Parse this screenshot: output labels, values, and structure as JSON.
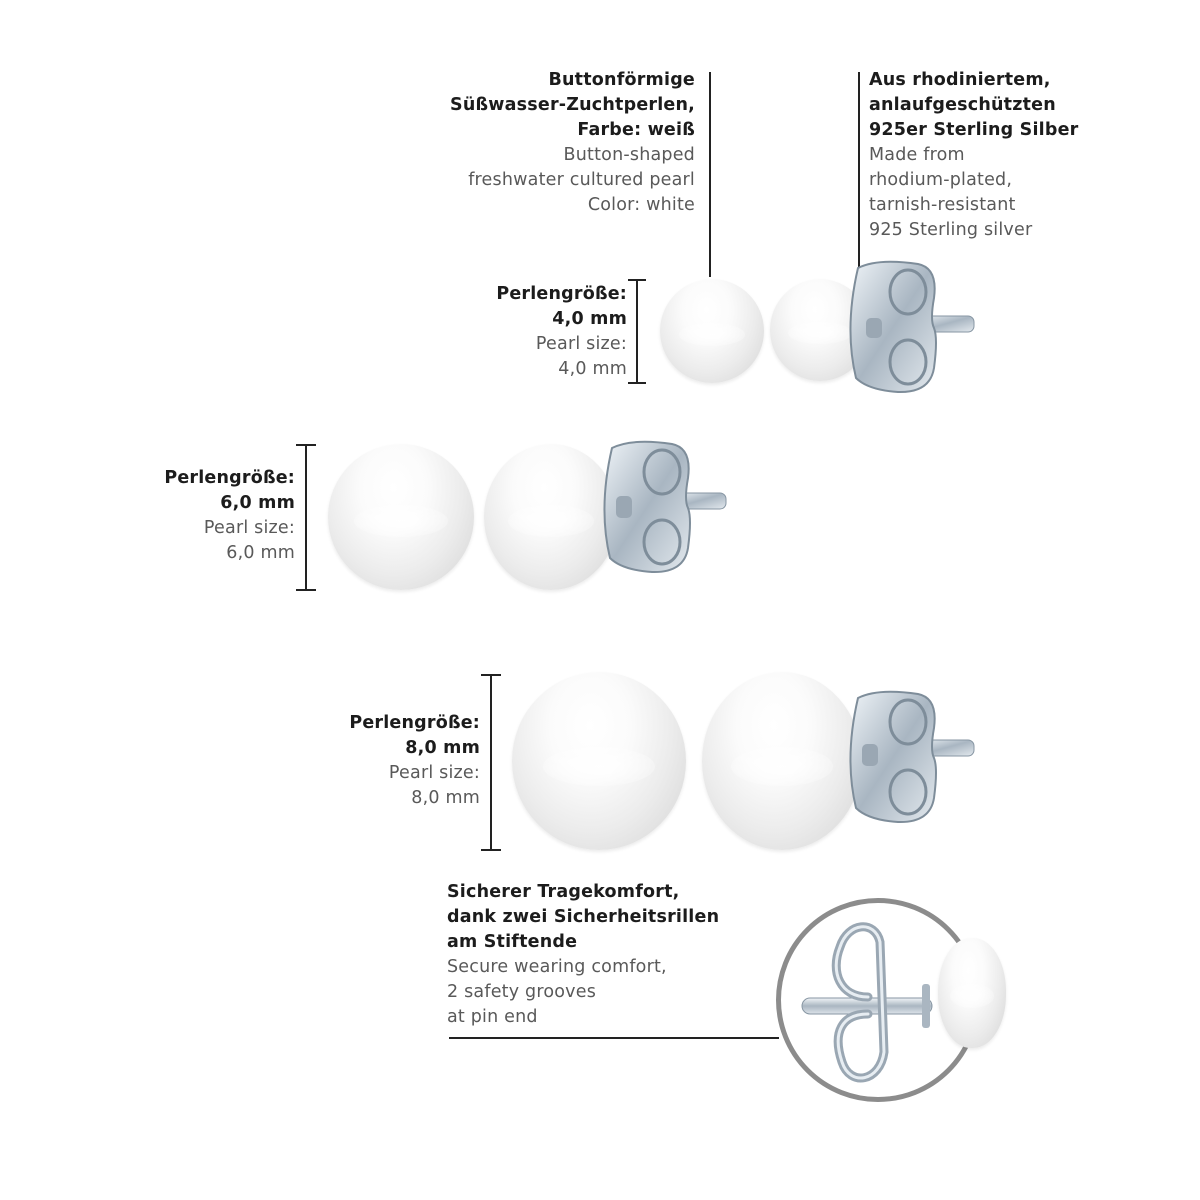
{
  "callouts": {
    "pearl_type": {
      "de": [
        "Buttonförmige",
        "Süßwasser-Zuchtperlen,",
        "Farbe: weiß"
      ],
      "en": [
        "Button-shaped",
        "freshwater cultured pearl",
        "Color: white"
      ]
    },
    "material": {
      "de": [
        "Aus rhodiniertem,",
        "anlaufgeschützten",
        "925er Sterling Silber"
      ],
      "en": [
        "Made from",
        "rhodium-plated,",
        "tarnish-resistant",
        "925 Sterling silver"
      ]
    },
    "comfort": {
      "de": [
        "Sicherer Tragekomfort,",
        "dank zwei Sicherheitsrillen",
        "am Stiftende"
      ],
      "en": [
        "Secure wearing comfort,",
        "2 safety grooves",
        "at pin end"
      ]
    }
  },
  "sizes": [
    {
      "de_label": "Perlengröße:",
      "de_value": "4,0 mm",
      "en_label": "Pearl size:",
      "en_value": "4,0 mm"
    },
    {
      "de_label": "Perlengröße:",
      "de_value": "6,0 mm",
      "en_label": "Pearl size:",
      "en_value": "6,0 mm"
    },
    {
      "de_label": "Perlengröße:",
      "de_value": "8,0 mm",
      "en_label": "Pearl size:",
      "en_value": "8,0 mm"
    }
  ],
  "colors": {
    "text_primary": "#1c1c1c",
    "text_secondary": "#595959",
    "silver": "#b7c2cc",
    "pearl": "#f4f4f4",
    "detail_circle": "#8c8c8c"
  }
}
